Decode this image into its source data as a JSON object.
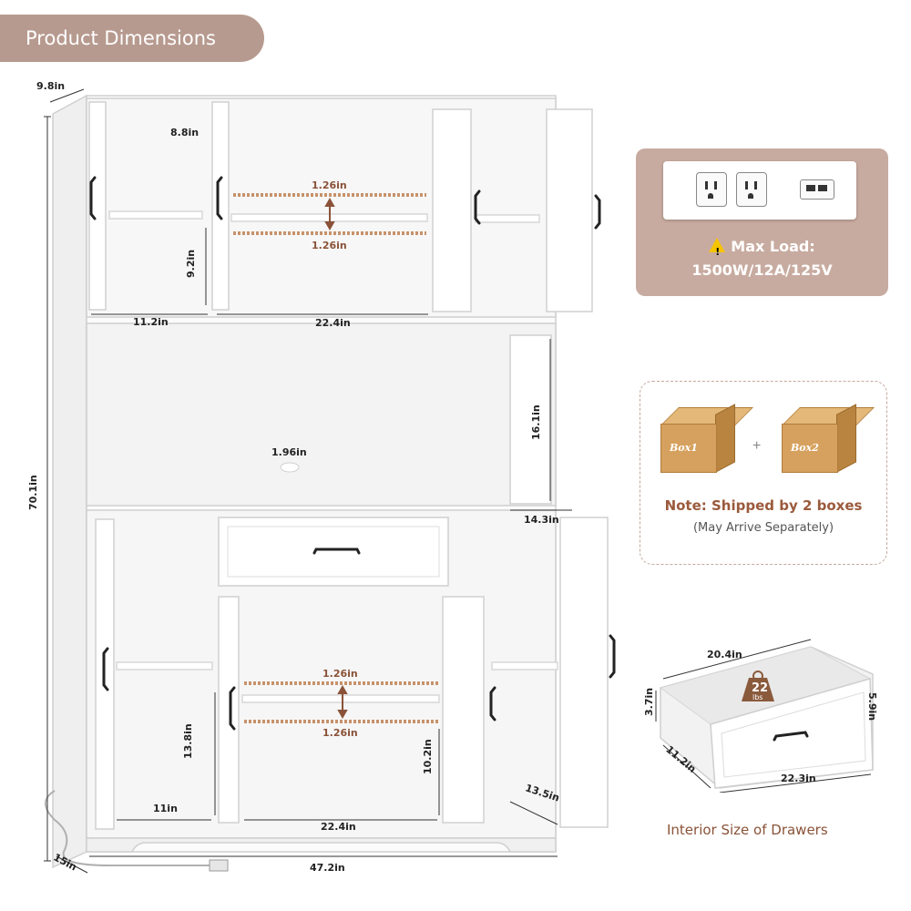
{
  "header": {
    "title": "Product Dimensions"
  },
  "cabinet_dims": {
    "depth_top": "9.8in",
    "inner_depth": "8.8in",
    "shelf_gap_top": "1.26in",
    "shelf_gap_bottom_top": "1.26in",
    "upper_side_height": "9.2in",
    "upper_left_width": "11.2in",
    "upper_center_width": "22.4in",
    "total_height": "70.1in",
    "hutch_height": "16.1in",
    "hole": "1.96in",
    "hutch_depth": "14.3in",
    "lower_shelf_gap_top": "1.26in",
    "lower_shelf_gap_bottom": "1.26in",
    "lower_side_height": "13.8in",
    "lower_center_height": "10.2in",
    "lower_left_width": "11in",
    "lower_center_width": "22.4in",
    "lower_right_depth": "13.5in",
    "base_depth": "15in",
    "total_width": "47.2in"
  },
  "outlet_panel": {
    "max_load_label": "Max Load:",
    "max_load_value": "1500W/12A/125V",
    "warning_icon": "warning-triangle-icon"
  },
  "shipping_panel": {
    "box1_label": "Box1",
    "box2_label": "Box2",
    "plus": "+",
    "note": "Note: Shipped by 2 boxes",
    "sub": "(May Arrive Separately)"
  },
  "drawer": {
    "width_back": "20.4in",
    "height_back": "3.7in",
    "weight_value": "22",
    "weight_unit": "lbs",
    "height_front": "5.9in",
    "depth": "11.2in",
    "width_front": "22.3in",
    "caption": "Interior Size of Drawers"
  },
  "colors": {
    "accent": "#b79a8f",
    "panel": "#c8aba0",
    "brown_text": "#8a5238",
    "cabinet": "#ffffff",
    "shelf_line": "#c7926b"
  }
}
